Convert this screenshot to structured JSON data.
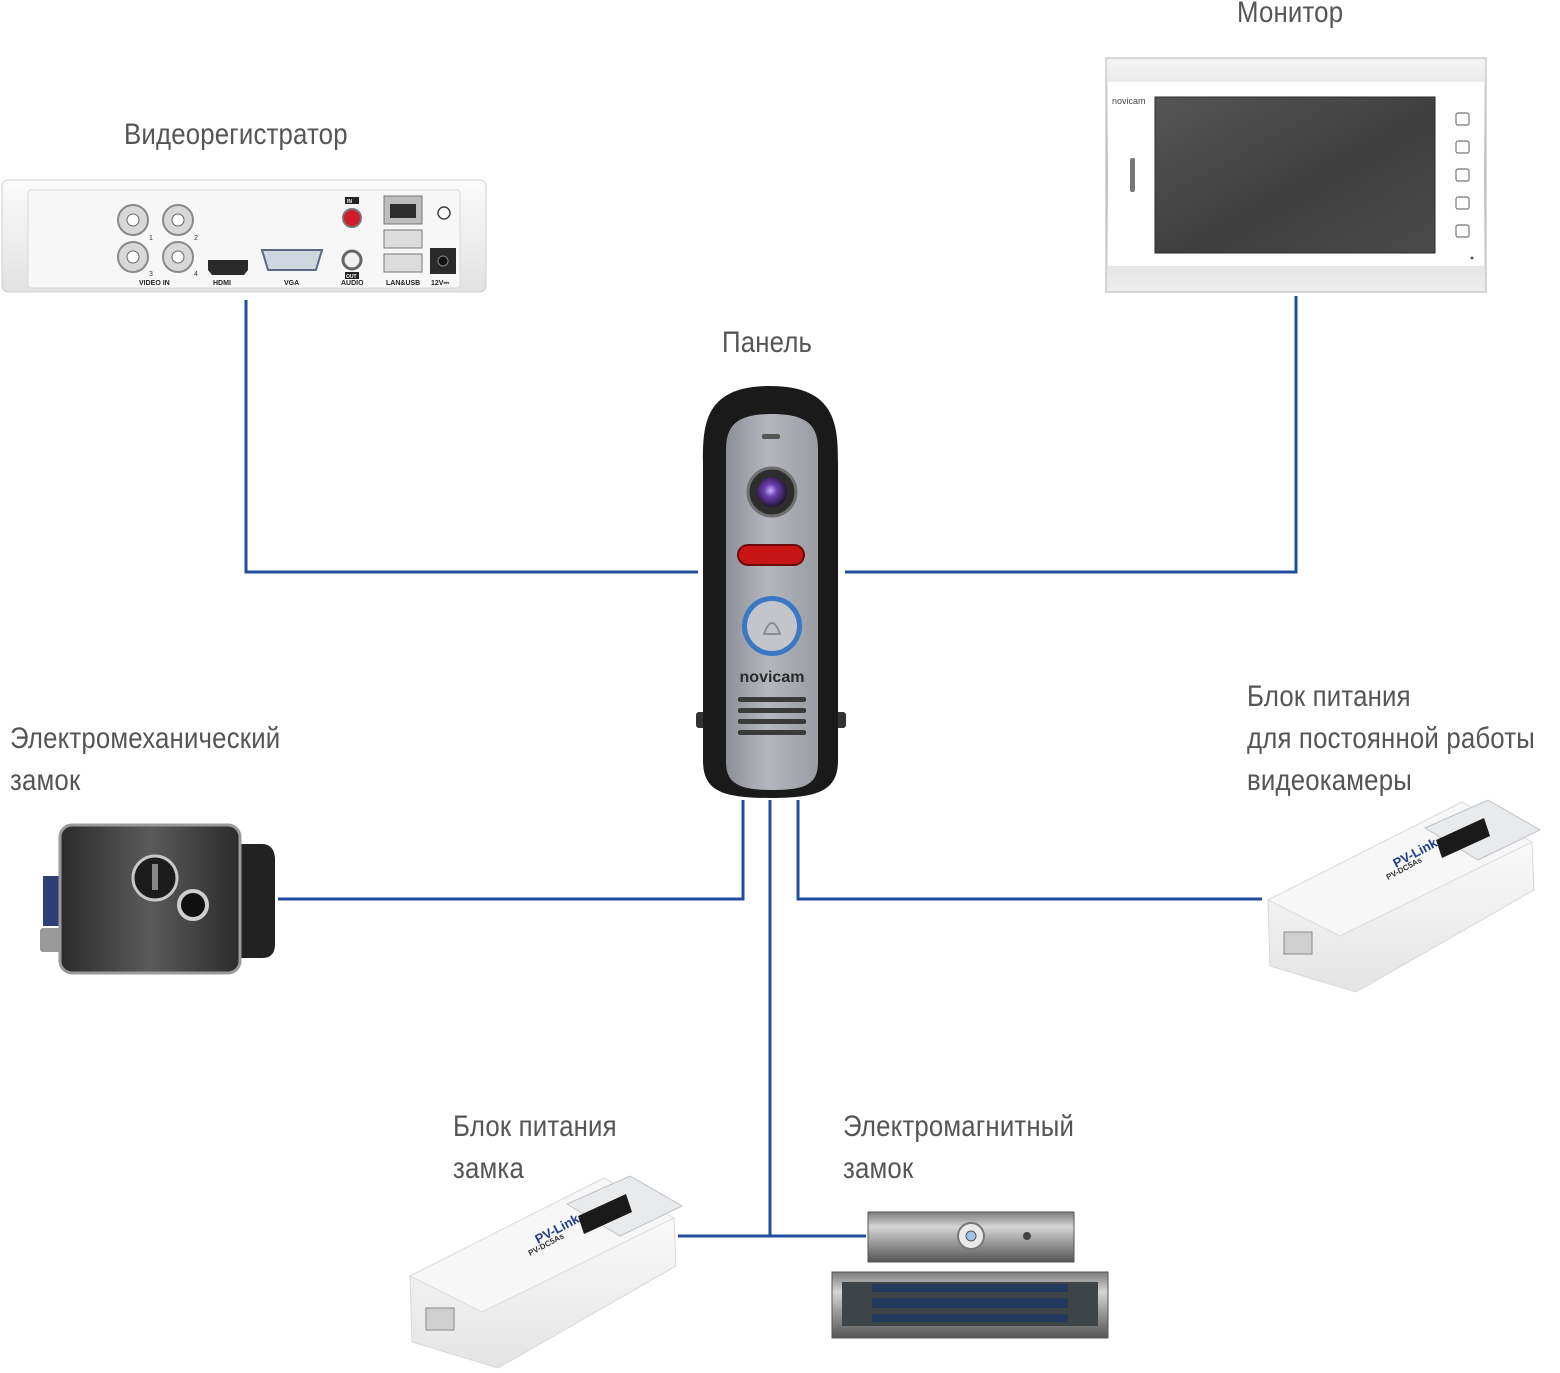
{
  "nodes": {
    "dvr": {
      "label": "Видеорегистратор",
      "port_labels": {
        "video_in": "VIDEO IN",
        "hdmi": "HDMI",
        "vga": "VGA",
        "audio_in": "IN",
        "audio_out": "OUT",
        "audio": "AUDIO",
        "lan_usb": "LAN&USB",
        "power": "12V⎓"
      },
      "channel_numbers": [
        "1",
        "2",
        "3",
        "4"
      ]
    },
    "monitor": {
      "label": "Монитор",
      "brand": "novicam"
    },
    "panel": {
      "label": "Панель",
      "brand": "novicam"
    },
    "electromechanical_lock": {
      "label_lines": [
        "Электромеханический",
        "замок"
      ]
    },
    "camera_power_supply": {
      "label_lines": [
        "Блок питания",
        "для постоянной работы",
        "видеокамеры"
      ],
      "brand": "PV-Link",
      "model": "PV-DC5As"
    },
    "lock_power_supply": {
      "label_lines": [
        "Блок питания",
        "замка"
      ],
      "brand": "PV-Link",
      "model": "PV-DC5As"
    },
    "electromagnetic_lock": {
      "label_lines": [
        "Электромагнитный",
        "замок"
      ]
    }
  },
  "colors": {
    "wire": "#1f4e9c",
    "label_text": "#555555",
    "panel_body": "#1a1a1a",
    "panel_face": "#a7a9b0",
    "dvr_body": "#f2f2f2",
    "monitor_frame": "#e8e8e8",
    "screen": "#474747",
    "ir_led": "#c81414",
    "button_ring": "#3a78c4"
  },
  "connections": [
    {
      "from": "panel",
      "to": "dvr"
    },
    {
      "from": "panel",
      "to": "monitor"
    },
    {
      "from": "panel",
      "to": "electromechanical_lock"
    },
    {
      "from": "panel",
      "to": "camera_power_supply"
    },
    {
      "from": "panel",
      "to": "lock_power_supply"
    },
    {
      "from": "panel",
      "to": "electromagnetic_lock"
    }
  ]
}
